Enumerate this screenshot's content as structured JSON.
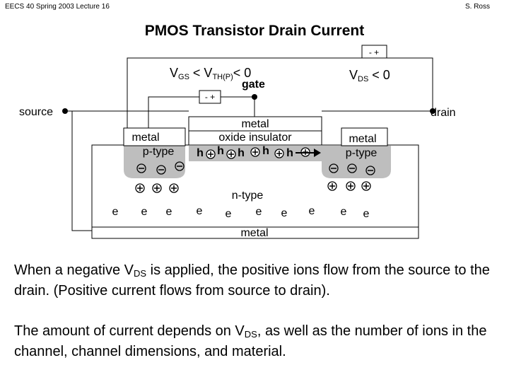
{
  "header": {
    "left": "EECS 40 Spring 2003 Lecture 16",
    "right": "S. Ross"
  },
  "title": "PMOS Transistor Drain Current",
  "diagram": {
    "vds_battery": "- +",
    "vgs_battery": "- +",
    "vgs_label": {
      "main": "V",
      "sub": "GS",
      "rest": " < V",
      "sub2": "TH(P)",
      "rest2": "< 0"
    },
    "gate_label": "gate",
    "vds_label": {
      "main": "V",
      "sub": "DS",
      "rest": " < 0"
    },
    "source_label": "source",
    "drain_label": "drain",
    "gate_metal_label": "metal",
    "oxide_label": "oxide insulator",
    "source_metal_label": "metal",
    "source_ptype_label": "p-type",
    "drain_metal_label": "metal",
    "drain_ptype_label": "p-type",
    "channel_charge_label": "h",
    "ntype_label": "n-type",
    "electron_label": "e",
    "bottom_metal_label": "metal"
  },
  "paragraphs": {
    "p1": {
      "a": "When a negative V",
      "sub": "DS",
      "b": " is applied, the positive ions flow from the source to the drain.  (Positive current flows from source to drain)."
    },
    "p2": {
      "a": "The amount of current depends on V",
      "sub": "DS",
      "b": ", as well as the number of ions in the channel, channel dimensions, and material."
    }
  }
}
